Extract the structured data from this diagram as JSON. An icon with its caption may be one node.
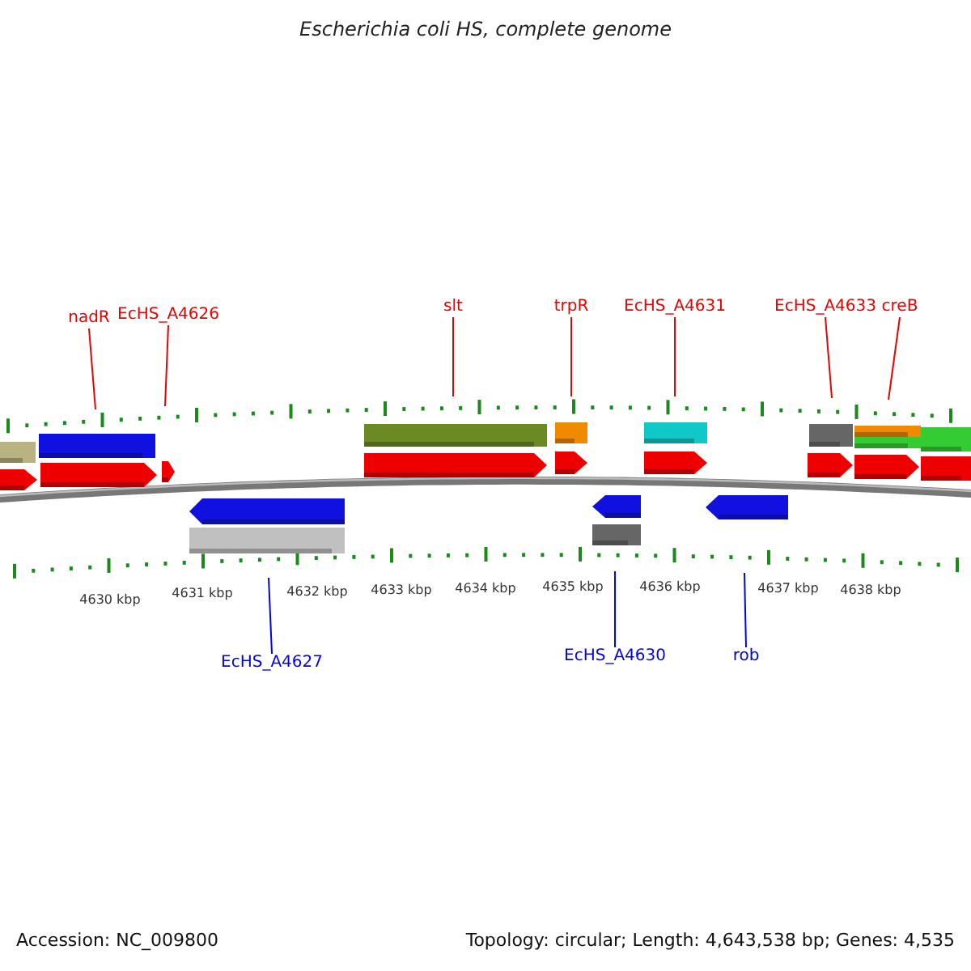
{
  "diagram": {
    "title": "Escherichia coli HS, complete genome",
    "nodes": [
      {
        "text": [
          "nadR"
        ]
      },
      {
        "text": [
          "EcHS_A4626"
        ]
      },
      {
        "text": [
          "slt"
        ]
      },
      {
        "text": [
          "trpR"
        ]
      },
      {
        "text": [
          "EcHS_A4631"
        ]
      },
      {
        "text": [
          "EcHS_A4633"
        ]
      },
      {
        "text": [
          "creB"
        ]
      },
      {
        "text": [
          "EcHS_A4627"
        ]
      },
      {
        "text": [
          "EcHS_A4630"
        ]
      },
      {
        "text": [
          "rob"
        ]
      }
    ],
    "edges": [
      {
        "from": 0,
        "to": null,
        "arrow": "none"
      },
      {
        "from": 1,
        "to": null,
        "arrow": "none"
      },
      {
        "from": 2,
        "to": null,
        "arrow": "none"
      },
      {
        "from": 3,
        "to": null,
        "arrow": "none"
      },
      {
        "from": 4,
        "to": null,
        "arrow": "none"
      },
      {
        "from": 5,
        "to": null,
        "arrow": "none"
      },
      {
        "from": 6,
        "to": null,
        "arrow": "none"
      },
      {
        "from": 7,
        "to": null,
        "arrow": "none",
        "color": "#0000ff"
      },
      {
        "from": 8,
        "to": null,
        "arrow": "none",
        "color": "#0000ff"
      },
      {
        "from": 9,
        "to": null,
        "arrow": "none",
        "color": "#0000ff"
      }
    ],
    "labels": [
      "4630 kbp",
      "4631 kbp",
      "4632 kbp",
      "4633 kbp",
      "4634 kbp",
      "4635 kbp",
      "4636 kbp",
      "4637 kbp",
      "4638 kbp",
      "Accession: NC_009800",
      "Topology: circular; Length: 4,643,538 bp; Genes: 4,535"
    ]
  }
}
